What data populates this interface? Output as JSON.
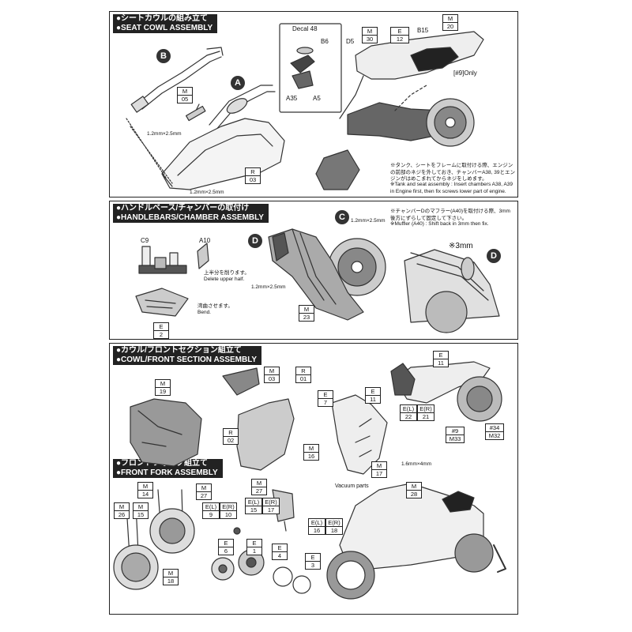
{
  "sections": {
    "seat": {
      "title_jp": "●シートカウルの組み立て",
      "title_en": "●SEAT COWL ASSEMBLY"
    },
    "handle": {
      "title_jp": "●ハンドルベース/チャンバーの取付け",
      "title_en": "●HANDLEBARS/CHAMBER ASSEMBLY"
    },
    "cowl": {
      "title_jp": "●カウル/フロントセクション組立て",
      "title_en": "●COWL/FRONT SECTION ASSEMBLY"
    },
    "fork": {
      "title_jp": "●フロントフォーク組立て",
      "title_en": "●FRONT FORK ASSEMBLY"
    }
  },
  "refs": {
    "m05": {
      "l": "M",
      "n": "05"
    },
    "r03": {
      "l": "R",
      "n": "03"
    },
    "m30": {
      "l": "M",
      "n": "30"
    },
    "e12": {
      "l": "E",
      "n": "12"
    },
    "m20": {
      "l": "M",
      "n": "20"
    },
    "e2": {
      "l": "E",
      "n": "2"
    },
    "m23": {
      "l": "M",
      "n": "23"
    },
    "m19": {
      "l": "M",
      "n": "19"
    },
    "m03": {
      "l": "M",
      "n": "03"
    },
    "r01": {
      "l": "R",
      "n": "01"
    },
    "r02": {
      "l": "R",
      "n": "02"
    },
    "m16": {
      "l": "M",
      "n": "16"
    },
    "e7": {
      "l": "E",
      "n": "7"
    },
    "e11a": {
      "l": "E",
      "n": "11"
    },
    "m17": {
      "l": "M",
      "n": "17"
    },
    "e11b": {
      "l": "E",
      "n": "11"
    },
    "el22": {
      "l": "E(L)",
      "n": "22"
    },
    "er21": {
      "l": "E(R)",
      "n": "21"
    },
    "m33": {
      "l": "#9",
      "n": "M33"
    },
    "m32": {
      "l": "#34",
      "n": "M32"
    },
    "m14": {
      "l": "M",
      "n": "14"
    },
    "m27a": {
      "l": "M",
      "n": "27"
    },
    "m26": {
      "l": "M",
      "n": "26"
    },
    "m15": {
      "l": "M",
      "n": "15"
    },
    "el9": {
      "l": "E(L)",
      "n": "9"
    },
    "er10": {
      "l": "E(R)",
      "n": "10"
    },
    "m27b": {
      "l": "M",
      "n": "27"
    },
    "el15": {
      "l": "E(L)",
      "n": "15"
    },
    "er17": {
      "l": "E(R)",
      "n": "17"
    },
    "el16": {
      "l": "E(L)",
      "n": "16"
    },
    "er18": {
      "l": "E(R)",
      "n": "18"
    },
    "e6": {
      "l": "E",
      "n": "6"
    },
    "e1": {
      "l": "E",
      "n": "1"
    },
    "e4": {
      "l": "E",
      "n": "4"
    },
    "e3": {
      "l": "E",
      "n": "3"
    },
    "m18": {
      "l": "M",
      "n": "18"
    },
    "m28": {
      "l": "M",
      "n": "28"
    }
  },
  "labels": {
    "decal48": "Decal 48",
    "b6": "B6",
    "a35": "A35",
    "a5": "A5",
    "d5": "D5",
    "b15": "B15",
    "only9": "[#9]Only",
    "screw1": "1.2mm×2.5mm",
    "screw2": "1.2mm×2.5mm",
    "c9": "C9",
    "a10": "A10",
    "screw3": "1.2mm×2.5mm",
    "screw4": "1.2mm×2.5mm",
    "mm3": "※3mm",
    "screw5": "1.6mm×4mm",
    "vacuum": "Vacuum parts",
    "callA": "A",
    "callB": "B",
    "callC": "C",
    "callD1": "D",
    "callD2": "D"
  },
  "notes": {
    "seat_jp": "※タンク、シートをフレームに取付ける際、エンジンの前部のネジを外しておき、チャンバーA38, 39とエンジンがはめこまれてからネジをしめます。",
    "seat_en": "※Tank and seat assembly : Insert chambers A38, A39 in Engine first, then fix screws lower part of engine.",
    "muffler_jp": "※チャンバーDのマフラー(A40)を取付ける際、3mm後方にずらして固定して下さい。",
    "muffler_en": "※Muffler (A40) : Shift back in 3mm then fix.",
    "delete_jp": "上半分を削ります。",
    "delete_en": "Delete upper half.",
    "bend_jp": "湾曲させます。",
    "bend_en": "Bend."
  }
}
